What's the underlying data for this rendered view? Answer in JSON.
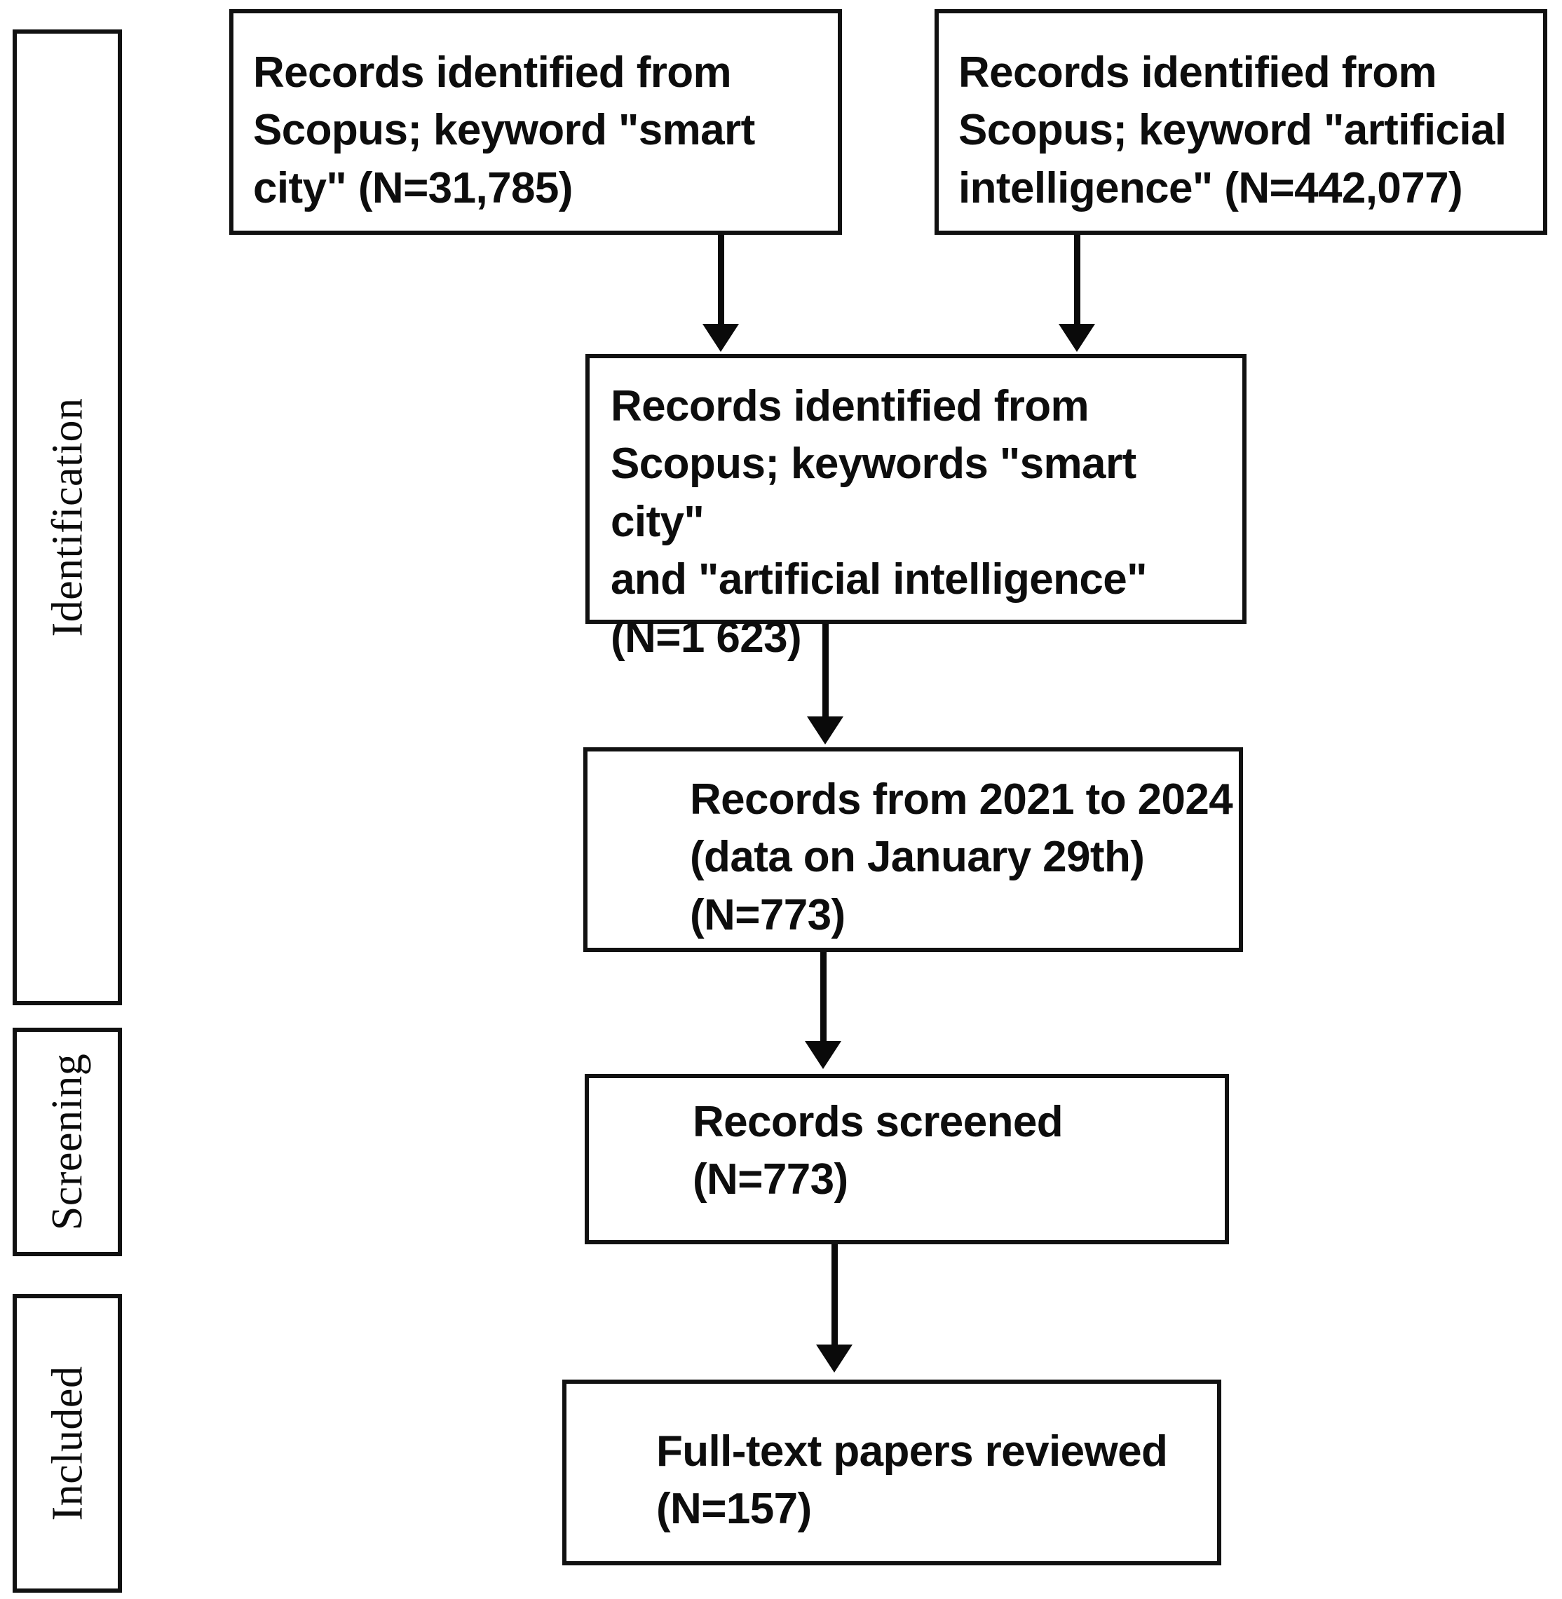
{
  "diagram": {
    "title": "PRISMA records identification and screening flow",
    "accent_color": "#111111",
    "text_color": "#0d0d0d",
    "background_color": "#ffffff"
  },
  "phases": [
    {
      "id": "identification",
      "label": "Identification"
    },
    {
      "id": "screening",
      "label": "Screening"
    },
    {
      "id": "included",
      "label": "Included"
    }
  ],
  "nodes": [
    {
      "id": "scopus-smart-city",
      "text": "Records identified from\nScopus; keyword \"smart\ncity\" (N=31,785)",
      "count_label": "(N=31,785)",
      "count": 31785,
      "source": "Scopus",
      "keyword": "smart city"
    },
    {
      "id": "scopus-artificial-intelligence",
      "text": "Records identified from\nScopus; keyword \"artificial\nintelligence\" (N=442,077)",
      "count_label": "(N=442,077)",
      "count": 442077,
      "source": "Scopus",
      "keyword": "artificial intelligence"
    },
    {
      "id": "scopus-combined",
      "text": "Records identified from\nScopus; keywords \"smart city\"\nand \"artificial intelligence\"\n(N=1 623)",
      "count_label": "(N=1 623)",
      "count": 1623,
      "source": "Scopus",
      "keyword": "smart city and artificial intelligence"
    },
    {
      "id": "records-2021-2024",
      "text": "Records from 2021 to 2024\n(data on January 29th)\n(N=773)",
      "count_label": "(N=773)",
      "count": 773,
      "date_note": "data on January 29th",
      "year_range": "2021 to 2024"
    },
    {
      "id": "records-screened",
      "text": "Records screened\n(N=773)",
      "count_label": "(N=773)",
      "count": 773
    },
    {
      "id": "full-text-reviewed",
      "text": "Full-text papers reviewed\n(N=157)",
      "count_label": "(N=157)",
      "count": 157
    }
  ],
  "connectors": [
    {
      "id": "smart-city-to-combined",
      "from": "scopus-smart-city",
      "to": "scopus-combined",
      "arrow": "down-arrow"
    },
    {
      "id": "ai-to-combined",
      "from": "scopus-artificial-intelligence",
      "to": "scopus-combined",
      "arrow": "down-arrow"
    },
    {
      "id": "combined-to-2021",
      "from": "scopus-combined",
      "to": "records-2021-2024",
      "arrow": "down-arrow"
    },
    {
      "id": "2021-to-screened",
      "from": "records-2021-2024",
      "to": "records-screened",
      "arrow": "down-arrow"
    },
    {
      "id": "screened-to-fulltext",
      "from": "records-screened",
      "to": "full-text-reviewed",
      "arrow": "down-arrow"
    }
  ]
}
